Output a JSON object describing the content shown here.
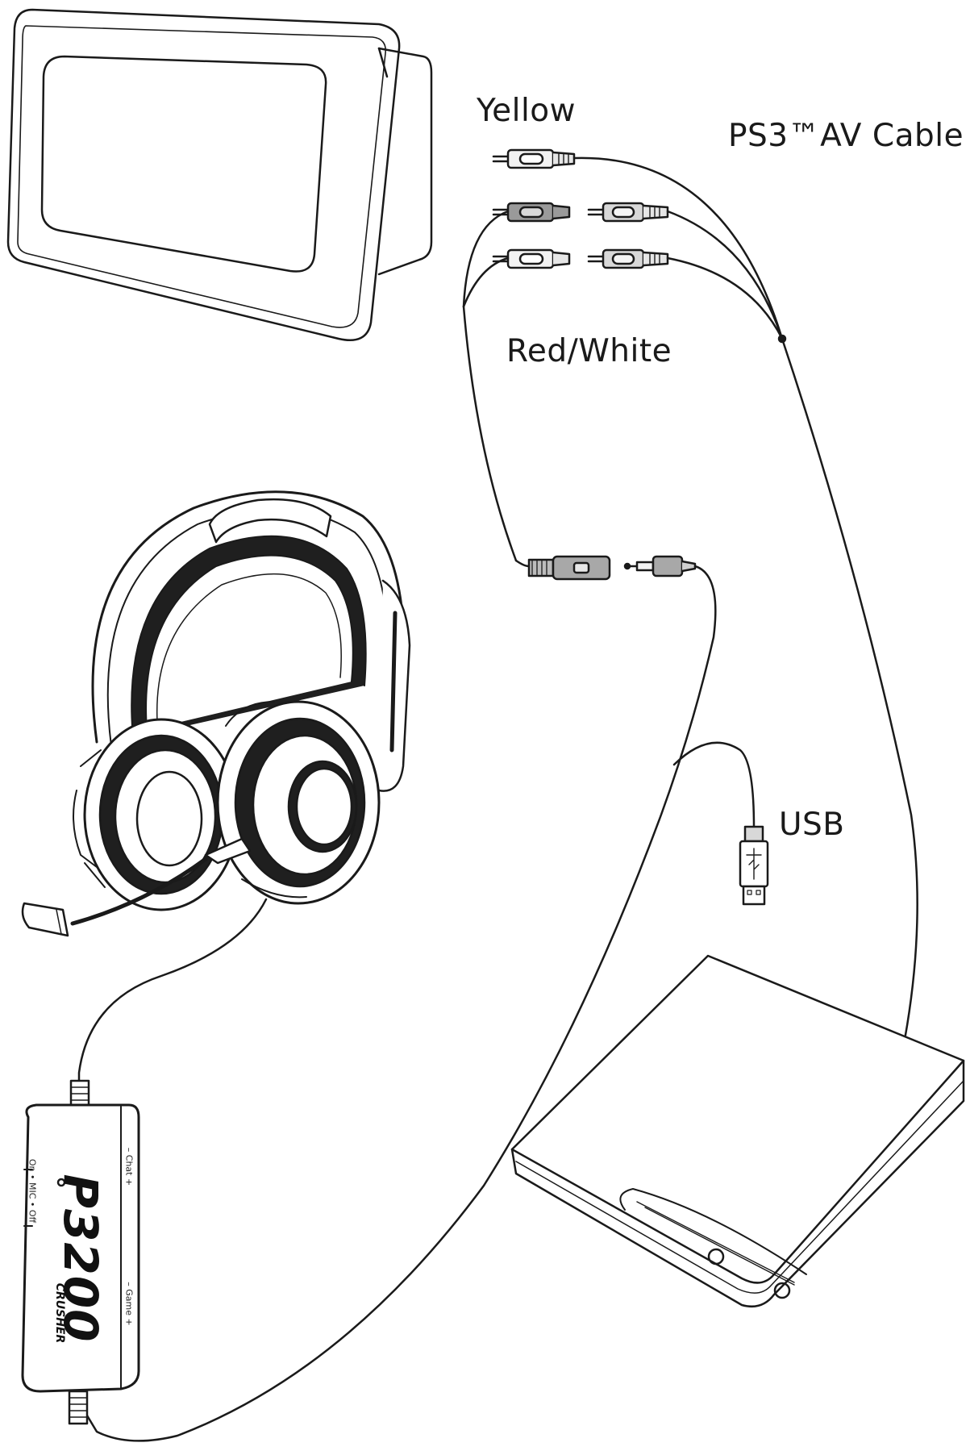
{
  "labels": {
    "yellow": "Yellow",
    "av_cable": "PS3™AV Cable",
    "red_white": "Red/White",
    "usb": "USB"
  },
  "amp": {
    "brand_small": "CRUSHER",
    "model": "P3200",
    "side_label_left": "On • MIC • Off",
    "side_label_right_top": "– Chat +",
    "side_label_right_bottom": "– Game +"
  },
  "colors": {
    "line": "#1a1a1a",
    "background": "#ffffff",
    "plug_grey": "#9a9a9a",
    "plug_light": "#d8d8d8"
  }
}
